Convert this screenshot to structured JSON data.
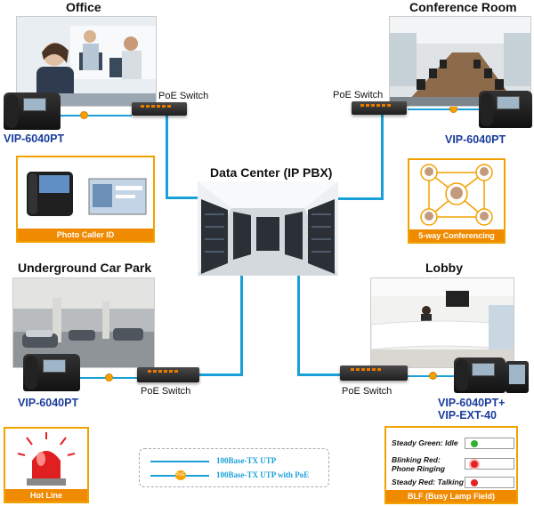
{
  "sections": {
    "office": "Office",
    "conference": "Conference Room",
    "datacenter": "Data Center (IP PBX)",
    "carpark": "Underground Car Park",
    "lobby": "Lobby"
  },
  "switch_label": "PoE Switch",
  "models": {
    "office": "VIP-6040PT",
    "conference": "VIP-6040PT",
    "carpark": "VIP-6040PT",
    "lobby_line1": "VIP-6040PT+",
    "lobby_line2": "VIP-EXT-40"
  },
  "features": {
    "photo_caller_id": "Photo Caller ID",
    "conferencing": "5-way Conferencing",
    "hot_line": "Hot Line",
    "blf": "BLF (Busy Lamp Field)"
  },
  "legend": {
    "utp": "100Base-TX UTP",
    "utp_poe": "100Base-TX UTP with PoE",
    "poe_dot": "PoE"
  },
  "blf_rows": {
    "green": "Steady Green: Idle",
    "blink_line1": "Blinking Red:",
    "blink_line2": "Phone Ringing",
    "red": "Steady Red: Talking"
  },
  "colors": {
    "connection_line": "#1aa0d8",
    "accent_orange": "#f08a00",
    "model_blue": "#1a3d9e",
    "lamp_green": "#2db22d",
    "lamp_red": "#e52222"
  }
}
